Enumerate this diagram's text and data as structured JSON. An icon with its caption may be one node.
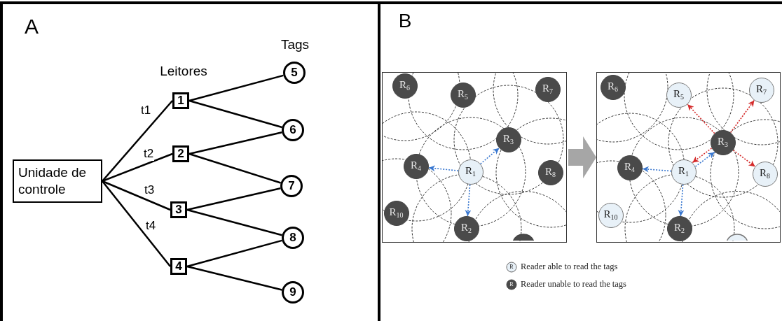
{
  "diagram": {
    "nodes": [
      {
        "text": [
          "Unidade de controle"
        ]
      },
      {
        "text": [
          "1"
        ]
      },
      {
        "text": [
          "2"
        ]
      },
      {
        "text": [
          "3"
        ]
      },
      {
        "text": [
          "4"
        ]
      },
      {
        "text": [
          "5"
        ]
      },
      {
        "text": [
          "6"
        ]
      },
      {
        "text": [
          "7"
        ]
      },
      {
        "text": [
          "8"
        ]
      },
      {
        "text": [
          "9"
        ]
      },
      {
        "text": [],
        "shape": "box"
      },
      {
        "text": [
          "R$_{6}$"
        ],
        "in": 10
      },
      {
        "text": [
          "R$_{5}$"
        ],
        "in": 10
      },
      {
        "text": [
          "R$_{7}$"
        ],
        "in": 10
      },
      {
        "text": [
          "R$_{3}$"
        ],
        "in": 10
      },
      {
        "text": [
          "R$_{4}$"
        ],
        "in": 10
      },
      {
        "text": [
          "R$_{1}$"
        ],
        "in": 10
      },
      {
        "text": [
          "R$_{8}$"
        ],
        "in": 10
      },
      {
        "text": [
          "R$_{10}$"
        ],
        "in": 10
      },
      {
        "text": [
          "R$_{2}$"
        ],
        "in": 10
      },
      {
        "text": [],
        "shape": "circle",
        "in": 10
      },
      {
        "text": [],
        "shape": "box"
      },
      {
        "text": [
          "R$_{6}$"
        ],
        "in": 21
      },
      {
        "text": [
          "R$_{5}$"
        ],
        "in": 21
      },
      {
        "text": [
          "R$_{7}$"
        ],
        "in": 21
      },
      {
        "text": [
          "R$_{3}$"
        ],
        "in": 21
      },
      {
        "text": [
          "R$_{4}$"
        ],
        "in": 21
      },
      {
        "text": [
          "R$_{1}$"
        ],
        "in": 21
      },
      {
        "text": [
          "R$_{8}$"
        ],
        "in": 21
      },
      {
        "text": [
          "R$_{10}$"
        ],
        "in": 21
      },
      {
        "text": [
          "R$_{2}$"
        ],
        "in": 21
      },
      {
        "text": [],
        "shape": "circle",
        "in": 21
      }
    ],
    "edges": [
      {
        "from": 0,
        "to": 1,
        "arrow": "none",
        "label": "t1"
      },
      {
        "from": 0,
        "to": 2,
        "arrow": "none",
        "label": "t2"
      },
      {
        "from": 0,
        "to": 3,
        "arrow": "none",
        "label": "t3"
      },
      {
        "from": 0,
        "to": 4,
        "arrow": "none",
        "label": "t4"
      },
      {
        "from": 1,
        "to": 5,
        "arrow": "none"
      },
      {
        "from": 1,
        "to": 6,
        "arrow": "none"
      },
      {
        "from": 2,
        "to": 6,
        "arrow": "none"
      },
      {
        "from": 2,
        "to": 7,
        "arrow": "none"
      },
      {
        "from": 3,
        "to": 7,
        "arrow": "none"
      },
      {
        "from": 3,
        "to": 8,
        "arrow": "none"
      },
      {
        "from": 4,
        "to": 8,
        "arrow": "none"
      },
      {
        "from": 4,
        "to": 9,
        "arrow": "none"
      },
      {
        "from": 16,
        "to": 15,
        "arrow": "to",
        "style": "dashed",
        "color": "#3a78d0"
      },
      {
        "from": 16,
        "to": 14,
        "arrow": "to",
        "style": "dashed",
        "color": "#3a78d0"
      },
      {
        "from": 16,
        "to": 19,
        "arrow": "to",
        "style": "dashed",
        "color": "#3a78d0"
      },
      {
        "from": 10,
        "to": 21,
        "arrow": "to",
        "style": "thick",
        "color": "#a6a6a6"
      },
      {
        "from": 27,
        "to": 26,
        "arrow": "to",
        "style": "dashed",
        "color": "#3a78d0"
      },
      {
        "from": 27,
        "to": 25,
        "arrow": "to",
        "style": "dashed",
        "color": "#3a78d0"
      },
      {
        "from": 27,
        "to": 30,
        "arrow": "to",
        "style": "dashed",
        "color": "#3a78d0"
      },
      {
        "from": 25,
        "to": 23,
        "arrow": "to",
        "style": "dashed",
        "color": "#d42a2a"
      },
      {
        "from": 25,
        "to": 24,
        "arrow": "to",
        "style": "dashed",
        "color": "#d42a2a"
      },
      {
        "from": 25,
        "to": 28,
        "arrow": "to",
        "style": "dashed",
        "color": "#d42a2a"
      },
      {
        "from": 25,
        "to": 27,
        "arrow": "to",
        "style": "dashed",
        "color": "#d42a2a"
      }
    ],
    "labels": [
      "A",
      "Leitores",
      "Tags",
      "B",
      "R",
      "R"
    ],
    "legend": [
      {
        "text": "Reader able to read the tags",
        "color": "#e8f1f8"
      },
      {
        "text": "Reader unable to read the tags",
        "color": "#4a4a4a"
      }
    ]
  }
}
